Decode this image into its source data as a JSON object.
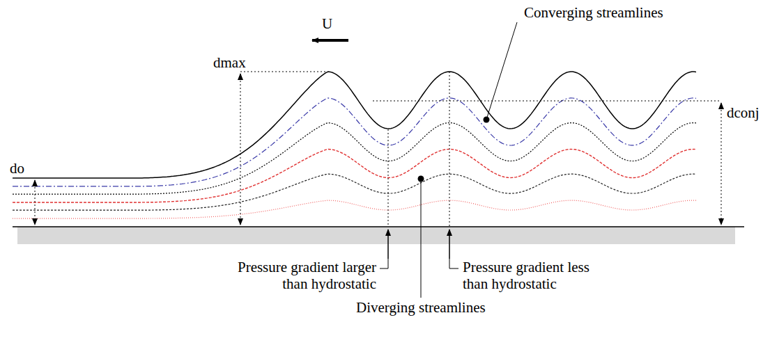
{
  "diagram": {
    "labels": [
      "U",
      "dmax",
      "Converging streamlines",
      "dconj",
      "do",
      "Pressure gradient larger than hydrostatic",
      "Pressure gradient less than hydrostatic",
      "Diverging streamlines"
    ]
  }
}
